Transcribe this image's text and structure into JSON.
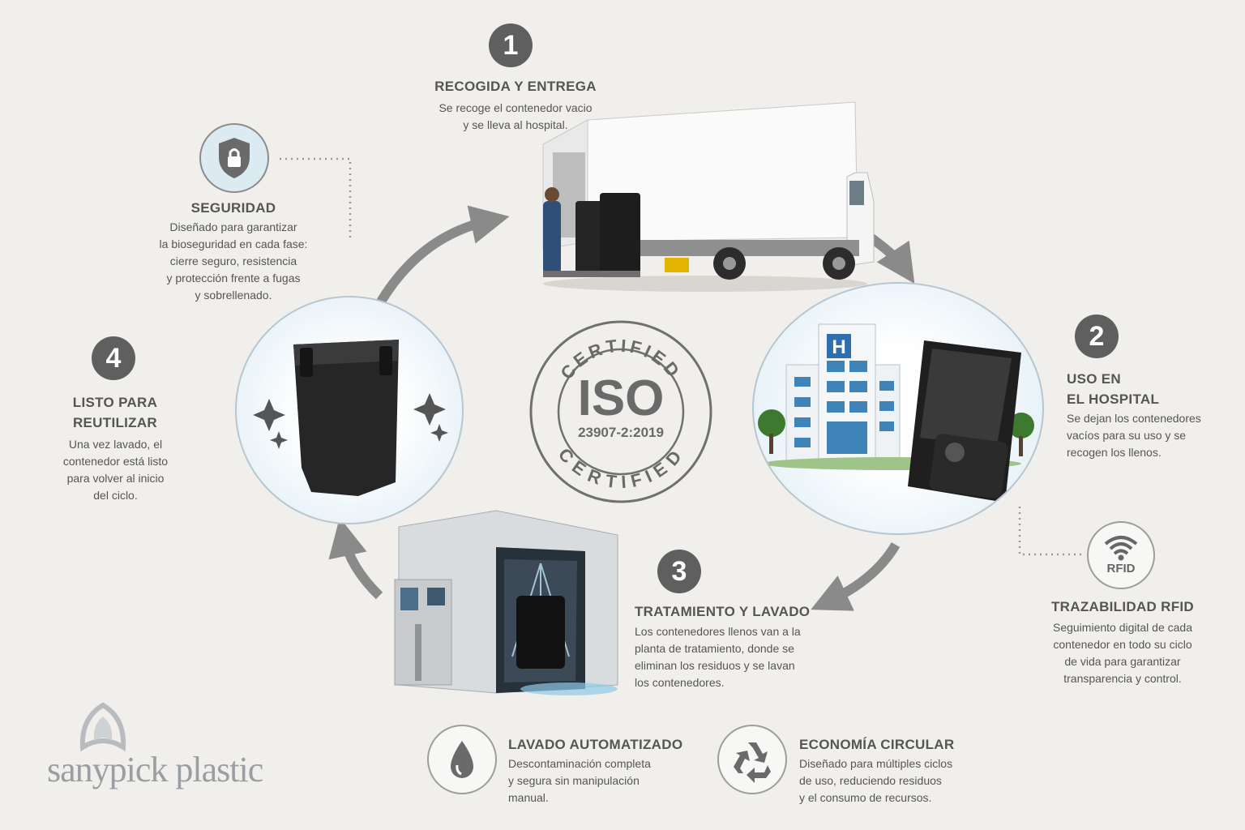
{
  "steps": [
    {
      "number": "1",
      "title": "RECOGIDA Y ENTREGA",
      "lines": [
        "Se recoge el contenedor vacio",
        "y se lleva al hospital."
      ]
    },
    {
      "number": "2",
      "title_lines": [
        "USO EN",
        "EL HOSPITAL"
      ],
      "lines": [
        "Se dejan los contenedores",
        "vacíos para su uso y se",
        "recogen los llenos."
      ]
    },
    {
      "number": "3",
      "title": "TRATAMIENTO Y LAVADO",
      "lines": [
        "Los contenedores llenos van a la",
        "planta de tratamiento, donde se",
        "eliminan los residuos y se lavan",
        "los contenedores."
      ]
    },
    {
      "number": "4",
      "title_lines": [
        "LISTO PARA",
        "REUTILIZAR"
      ],
      "lines": [
        "Una vez lavado, el",
        "contenedor está listo",
        "para volver al inicio",
        "del ciclo."
      ]
    }
  ],
  "security": {
    "title": "SEGURIDAD",
    "lines": [
      "Diseñado para garantizar",
      "la bioseguridad en cada fase:",
      "cierre seguro, resistencia",
      "y protección frente a fugas",
      "y sobrellenado."
    ],
    "icon": "shield-lock-icon"
  },
  "rfid": {
    "icon_label": "RFID",
    "title": "TRAZABILIDAD RFID",
    "lines": [
      "Seguimiento digital de cada",
      "contenedor en todo su ciclo",
      "de vida para garantizar",
      "transparencia y control."
    ],
    "icon": "wifi-icon"
  },
  "iso": {
    "top": "CERTIFIED",
    "main": "ISO",
    "code": "23907-2:2019",
    "bottom": "CERTIFIED"
  },
  "features": [
    {
      "icon": "water-drop-icon",
      "title": "LAVADO AUTOMATIZADO",
      "lines": [
        "Descontaminación completa",
        "y segura sin manipulación",
        "manual."
      ]
    },
    {
      "icon": "recycle-icon",
      "title": "ECONOMÍA CIRCULAR",
      "lines": [
        "Diseñado para múltiples ciclos",
        "de uso, reduciendo residuos",
        "y el consumo de recursos."
      ]
    }
  ],
  "brand": {
    "name": "sanypick plastic"
  },
  "hospital_sign": "H",
  "colors": {
    "background": "#f1efec",
    "badge": "#5f5f5f",
    "arrow": "#8a8a8a",
    "text": "#555555",
    "circle_border": "#b7c7cf"
  }
}
